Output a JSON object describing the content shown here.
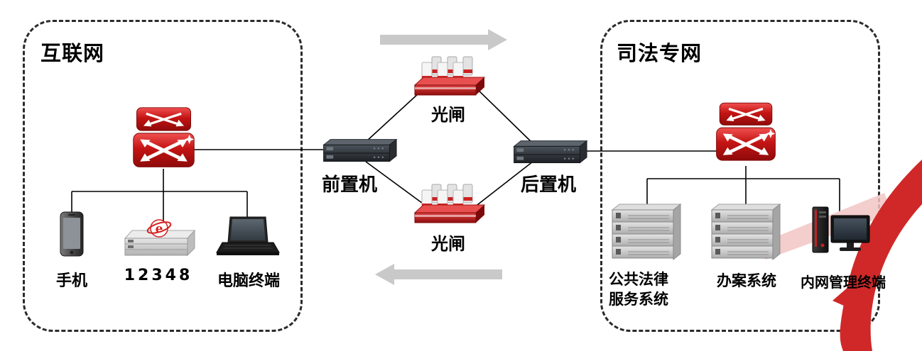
{
  "zones": {
    "internet": "互联网",
    "judicial": "司法专网"
  },
  "nodes": {
    "front_machine": "前置机",
    "back_machine": "后置机",
    "optical_gate_top": "光闸",
    "optical_gate_bottom": "光闸",
    "phone": "手机",
    "hotline_12348": "12348",
    "pc_terminal": "电脑终端",
    "legal_service_line1": "公共法律",
    "legal_service_line2": "服务系统",
    "case_system": "办案系统",
    "intranet_terminal": "内网管理终端"
  },
  "colors": {
    "device_red": "#c41414",
    "arrow_gray": "#c9c9c9",
    "line_black": "#000000",
    "swoosh_red": "#d02828",
    "beam_pink": "#f2c4c4"
  }
}
